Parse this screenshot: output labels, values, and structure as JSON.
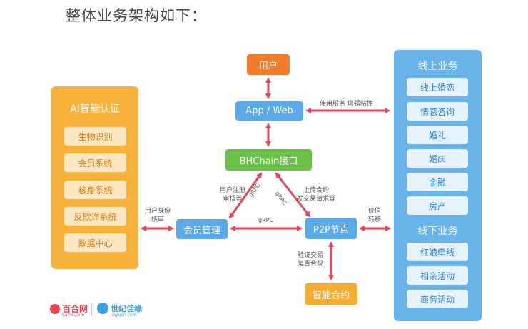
{
  "heading": "整体业务架构如下：",
  "ai_panel": {
    "title": "AI智能认证",
    "items": [
      "生物识别",
      "会员系统",
      "核身系统",
      "反欺诈系统",
      "数据中心"
    ]
  },
  "business_panel": {
    "online_title": "线上业务",
    "online_items": [
      "线上婚恋",
      "情感咨询",
      "婚礼",
      "婚庆",
      "金融",
      "房产"
    ],
    "offline_title": "线下业务",
    "offline_items": [
      "红娘牵线",
      "相亲活动",
      "商务活动"
    ]
  },
  "nodes": {
    "user": "用户",
    "app": "App / Web",
    "bhchain": "BHChain接口",
    "member_mgmt": "会员管理",
    "p2p": "P2P节点",
    "smart_contract": "智能合约"
  },
  "edge_labels": {
    "app_to_business": "使用服务 增强粘性",
    "member_to_bh_line1": "用户注册",
    "member_to_bh_line2": "审核等",
    "p2p_to_bh_line1": "上传合约",
    "p2p_to_bh_line2": "发交易请求等",
    "grpc_left": "gRPC",
    "grpc_right": "gRPC",
    "grpc_bottom": "gRPC",
    "ai_to_member_line1": "用户身份",
    "ai_to_member_line2": "核审",
    "p2p_to_business_line1": "价值",
    "p2p_to_business_line2": "转移",
    "p2p_to_contract_line1": "验证交易",
    "p2p_to_contract_line2": "是否合规"
  },
  "logos": {
    "baihe_name": "百合网",
    "baihe_sub": "baihe.com",
    "jiayuan_name": "世纪佳缘",
    "jiayuan_sub": "jiayuan.com"
  },
  "colors": {
    "arrow": "#e8435a",
    "ai_panel": "#f7b23b",
    "business_panel": "#67b3ea",
    "user_node": "#f07d2e",
    "blue_node": "#5aa9e9",
    "bhchain_node": "#69c14a",
    "contract_node": "#f5ad2f"
  }
}
